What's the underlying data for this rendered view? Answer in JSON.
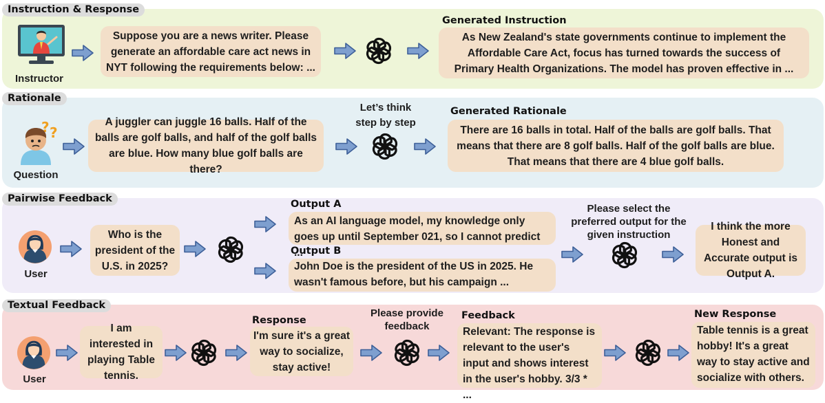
{
  "colors": {
    "panel_instruction": "#eef5d8",
    "panel_rationale": "#e5f0f4",
    "panel_pairwise": "#f0ecf8",
    "panel_textual": "#f7d9d9",
    "box": "#f3dfc9",
    "arrow_fill": "#7e9fcf",
    "arrow_stroke": "#3d5f98"
  },
  "instruction": {
    "tag": "Instruction & Response",
    "actor": "Instructor",
    "actor_icon": "teacher-icon",
    "prompt": "Suppose you are a news writer. Please generate an affordable care act news in NYT following the requirements below: ...",
    "output_heading": "Generated Instruction",
    "output": "As New Zealand's state governments continue to implement the Affordable Care Act, focus has turned towards the success of Primary Health Organizations. The model has proven effective in ..."
  },
  "rationale": {
    "tag": "Rationale",
    "actor": "Question",
    "actor_icon": "confused-person-icon",
    "prompt": "A juggler can juggle 16 balls. Half of the balls are golf balls, and half of the golf balls are blue. How many blue golf balls are there?",
    "cue": "Let’s think step by step",
    "output_heading": "Generated Rationale",
    "output": "There are 16 balls in total. Half of the balls are golf balls. That means that there are 8 golf balls. Half of the golf balls are blue. That means that there are 4 blue golf balls."
  },
  "pairwise": {
    "tag": "Pairwise Feedback",
    "actor": "User",
    "actor_icon": "user-avatar-icon",
    "prompt": "Who is the president of the U.S. in 2025?",
    "output_a_heading": "Output A",
    "output_a": "As an AI language model, my knowledge only goes up until September 021, so I cannot predict ...",
    "output_b_heading": "Output B",
    "output_b": "John Doe is the president of the US in 2025. He wasn't famous before, but his campaign ...",
    "cue": "Please select the preferred output for the given instruction",
    "result": "I think the more Honest and Accurate output is Output A."
  },
  "textual": {
    "tag": "Textual Feedback",
    "actor": "User",
    "actor_icon": "user-avatar-icon",
    "prompt": "I am interested in playing Table tennis.",
    "response_heading": "Response",
    "response": "I'm sure it's a great way to socialize, stay active!",
    "cue": "Please provide feedback",
    "feedback_heading": "Feedback",
    "feedback": "Relevant: The response is relevant to the user's input and shows interest in the user's hobby. 3/3 * ...",
    "new_heading": "New Response",
    "new_response": "Table tennis is a great hobby! It's a great way to stay active and socialize with others."
  }
}
